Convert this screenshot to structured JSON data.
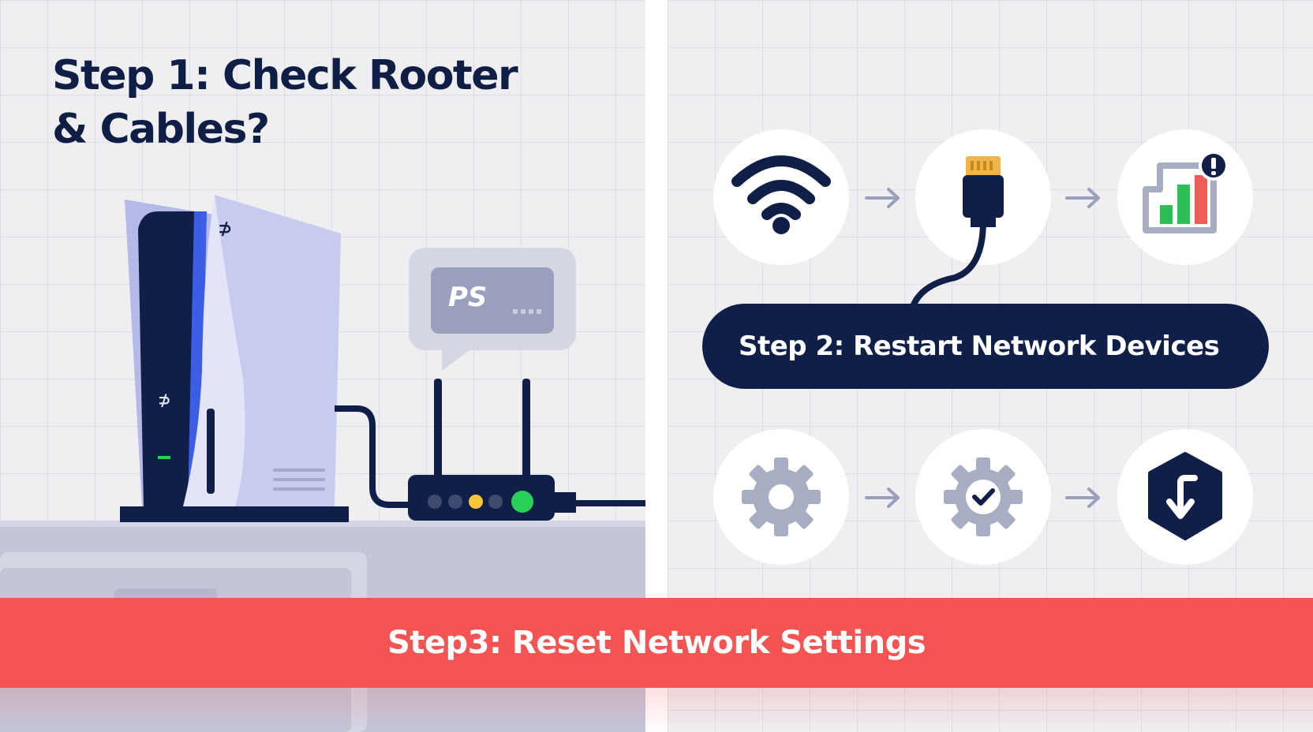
{
  "step1": {
    "title": "Step 1: Check Rooter & Cables?"
  },
  "speech_bubble": {
    "logo_text": "PS"
  },
  "step2": {
    "label": "Step 2: Restart Network Devices"
  },
  "step3": {
    "label": "Step3: Reset Network Settings"
  },
  "icons_row1": [
    "wifi-icon",
    "ethernet-cable-icon",
    "signal-alert-icon"
  ],
  "icons_row2": [
    "gear-icon",
    "gear-check-icon",
    "shield-reset-icon"
  ],
  "colors": {
    "navy": "#0f1f48",
    "banner_red": "#f45454",
    "console_lavender": "#c7c9ea",
    "router_green": "#2bd05a",
    "router_yellow": "#f5c53a",
    "signal_green": "#2dbf57",
    "signal_red": "#f35a5a",
    "gear_gray": "#a7aec4"
  }
}
